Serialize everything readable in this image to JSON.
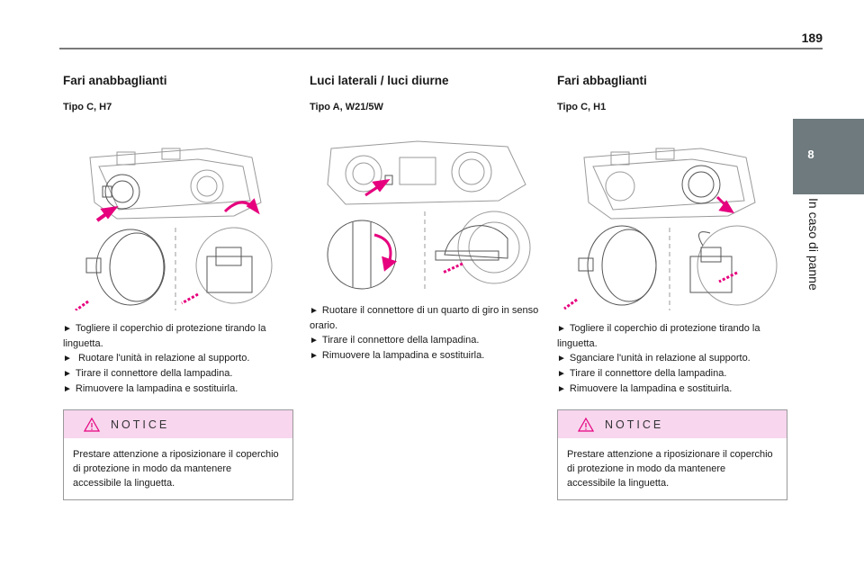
{
  "page": {
    "number": "189",
    "chapter_number": "8",
    "chapter_title": "In caso di panne"
  },
  "colors": {
    "accent_pink": "#e6007e",
    "notice_header": "#f7d6ee",
    "side_tab": "#6e7a7d"
  },
  "arrow_glyph": "►",
  "columns": [
    {
      "title": "Fari anabbaglianti",
      "subtitle": "Tipo C, H7",
      "steps": [
        "Togliere il coperchio di protezione tirando la linguetta.",
        " Ruotare l'unità in relazione al supporto.",
        "Tirare il connettore della lampadina.",
        "Rimuovere la lampadina e sostituirla."
      ],
      "notice": {
        "title": "NOTICE",
        "text": "Prestare attenzione a riposizionare il coperchio di protezione in modo da mantenere accessibile la linguetta."
      }
    },
    {
      "title": "Luci laterali / luci diurne",
      "subtitle": "Tipo A, W21/5W",
      "steps": [
        "Ruotare il connettore di un quarto di giro in senso orario.",
        "Tirare il connettore della lampadina.",
        "Rimuovere la lampadina e sostituirla."
      ]
    },
    {
      "title": "Fari abbaglianti",
      "subtitle": "Tipo C, H1",
      "steps": [
        "Togliere il coperchio di protezione tirando la linguetta.",
        "Sganciare l'unità in relazione al supporto.",
        "Tirare il connettore della lampadina.",
        "Rimuovere la lampadina e sostituirla."
      ],
      "notice": {
        "title": "NOTICE",
        "text": "Prestare attenzione a riposizionare il coperchio di protezione in modo da mantenere accessibile la linguetta."
      }
    }
  ]
}
